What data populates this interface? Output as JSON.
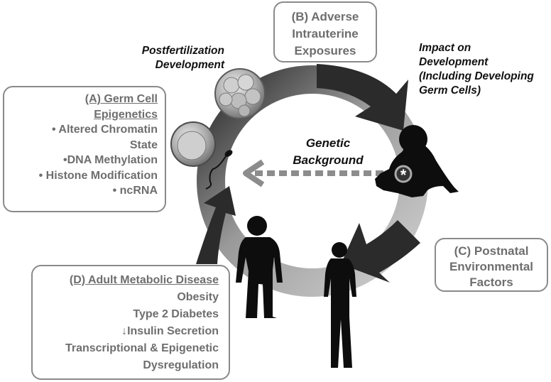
{
  "box_a": {
    "title_line1": "(A) Germ Cell",
    "title_line2": "Epigenetics",
    "items": [
      "• Altered Chromatin",
      "State",
      "•DNA Methylation",
      "• Histone Modification",
      "• ncRNA"
    ]
  },
  "box_b": {
    "lines": [
      "(B) Adverse",
      "Intrauterine",
      "Exposures"
    ]
  },
  "box_c": {
    "lines": [
      "(C) Postnatal",
      "Environmental",
      "Factors"
    ]
  },
  "box_d": {
    "title": "(D) Adult Metabolic Disease",
    "items": [
      "Obesity",
      "Type 2 Diabetes",
      "↓Insulin Secretion",
      "Transcriptional & Epigenetic",
      "Dysregulation"
    ]
  },
  "labels": {
    "postfertilization": [
      "Postfertilization",
      "Development"
    ],
    "impact": [
      "Impact on",
      "Development",
      "(Including Developing",
      "Germ Cells)"
    ],
    "genetic": [
      "Genetic",
      "Background"
    ]
  },
  "marker": "*",
  "colors": {
    "ring_dark": "#2a2a2a",
    "ring_light": "#c9c9c9",
    "box_border": "#8a8a8a",
    "box_text": "#6e6e6e",
    "arrow_fill": "#2b2b2b",
    "dashed_arrow": "#8c8c8c",
    "silhouette": "#0d0d0d"
  }
}
